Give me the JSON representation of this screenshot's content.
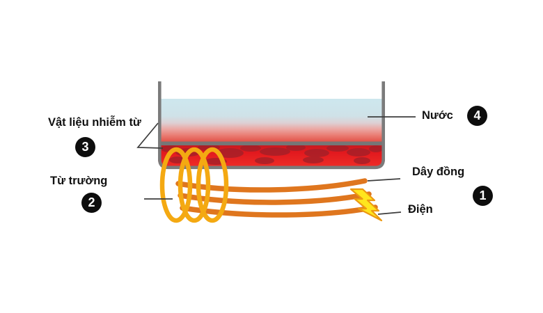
{
  "diagram": {
    "subject": "induction-heating-schematic",
    "labels": {
      "material": {
        "text": "Vật liệu nhiễm từ",
        "badge": "3"
      },
      "magnetic_field": {
        "text": "Từ trường",
        "badge": "2"
      },
      "water": {
        "text": "Nước",
        "badge": "4"
      },
      "copper_wire": {
        "text": "Dây đồng",
        "badge": "1"
      },
      "electricity": {
        "text": "Điện"
      }
    },
    "colors": {
      "pot_gray": "#7b7b7b",
      "water_top": "#cde7ee",
      "water_bottom": "#e25247",
      "material_red": "#e2191e",
      "material_blob_dark": "#a32028",
      "coil_yellow": "#f4a912",
      "wire_orange": "#df761e",
      "bolt_fill": "#ffe51e",
      "bolt_outline": "#ec9912",
      "badge_black": "#0d0d0d",
      "pointer_line": "#3d3d3d"
    }
  }
}
